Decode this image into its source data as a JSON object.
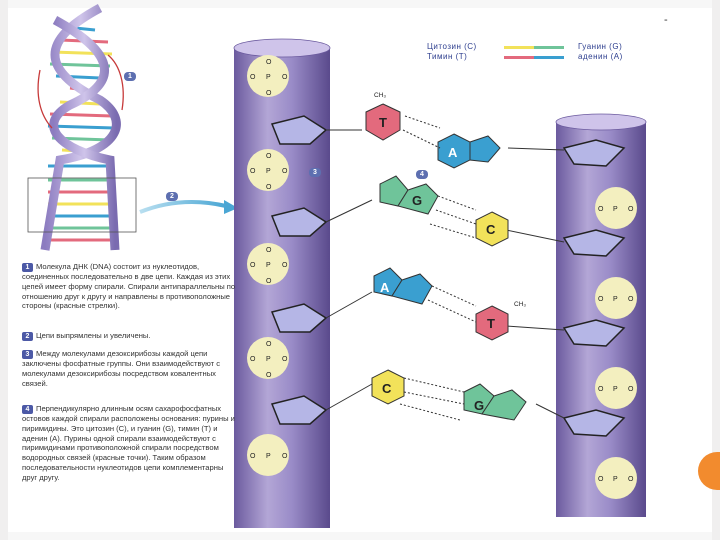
{
  "legend": {
    "left_line1": "Цитозин (С)",
    "left_line2": "Тимин   (Т)",
    "right_line1": "Гуанин  (G)",
    "right_line2": "аденин  (А)",
    "colors": {
      "cytosine": "#f2e25a",
      "guanine": "#6fc49a",
      "thymine": "#e36a7d",
      "adenine": "#3a9fd0"
    }
  },
  "callouts": [
    "1",
    "2",
    "3",
    "4"
  ],
  "bases": {
    "thymine": "T",
    "adenine": "A",
    "guanine": "G",
    "cytosine": "C"
  },
  "phosphate": {
    "o": "O",
    "p": "P"
  },
  "captions": [
    {
      "num": "1",
      "text": "Молекула ДНК (DNA) состоит из нуклеотидов, соединенных последовательно в две цепи. Каждая из этих цепей имеет форму спирали. Спирали антипараллельны по отношению друг к другу и направлены в противоположные стороны (красные стрелки)."
    },
    {
      "num": "2",
      "text": "Цепи выпрямлены и увеличены."
    },
    {
      "num": "3",
      "text": "Между молекулами дезоксирибозы каждой цепи заключены фосфатные группы. Они взаимодействуют с молекулами дезоксирибозы посредством ковалентных связей."
    },
    {
      "num": "4",
      "text": "Перпендикулярно длинным осям сахарофосфатных остовов каждой спирали расположены основания: пурины и пиримидины. Это цитозин (С), и гуанин (G), тимин (Т) и аденин (А). Пурины одной спирали взаимодействуют с пиримидинами противоположной спирали посредством водородных связей (красные точки). Таким образом последовательности нуклеотидов цепи комплементарны друг другу."
    }
  ],
  "dash": "-"
}
